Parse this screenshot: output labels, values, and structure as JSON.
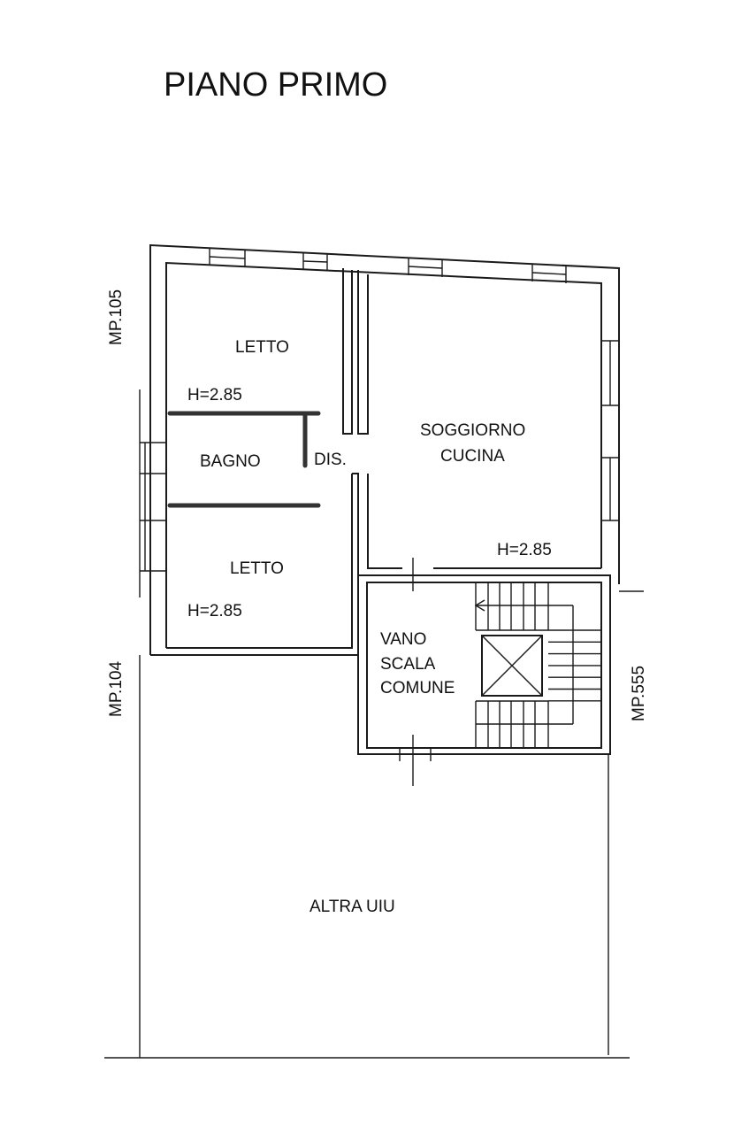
{
  "title": "PIANO PRIMO",
  "rooms": {
    "letto_top": "LETTO",
    "letto_top_height": "H=2.85",
    "bagno": "BAGNO",
    "dis": "DIS.",
    "soggiorno_line1": "SOGGIORNO",
    "soggiorno_line2": "CUCINA",
    "soggiorno_height": "H=2.85",
    "letto_bottom": "LETTO",
    "letto_bottom_height": "H=2.85",
    "vano_line1": "VANO",
    "vano_line2": "SCALA",
    "vano_line3": "COMUNE",
    "altra": "ALTRA UIU"
  },
  "neighbors": {
    "left_top": "MP.105",
    "left_bottom": "MP.104",
    "right": "MP.555"
  }
}
